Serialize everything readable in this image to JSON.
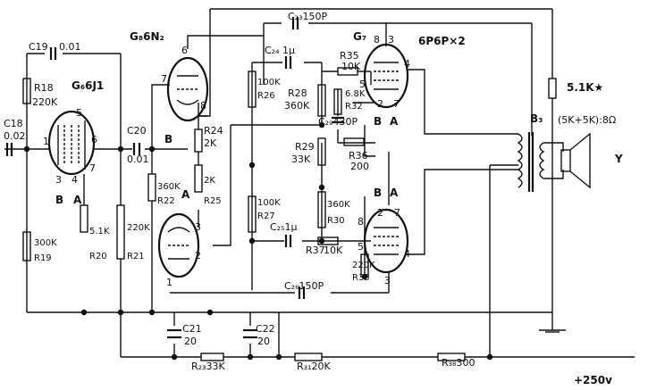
{
  "tubes": {
    "v1": {
      "name": "G₆6J1",
      "pins": [
        "1",
        "3",
        "4",
        "5",
        "6",
        "7"
      ]
    },
    "v2": {
      "name": "G₈6N₂",
      "pins": [
        "6",
        "7",
        "8"
      ]
    },
    "v3": {
      "pins": [
        "1",
        "2",
        "3"
      ]
    },
    "v4": {
      "name": "G₇",
      "pins": [
        "8",
        "3",
        "4",
        "5",
        "2",
        "7"
      ]
    },
    "v4_title": "6P6P×2",
    "v5": {
      "pins": [
        "8",
        "2",
        "7",
        "5",
        "4",
        "3"
      ]
    }
  },
  "resistors": {
    "r18": {
      "ref": "R18",
      "val": "220K"
    },
    "r19": {
      "ref": "R19",
      "val": "300K"
    },
    "r20": {
      "ref": "R20",
      "val": "5.1K"
    },
    "r21": {
      "ref": "R21",
      "val": "220K"
    },
    "r22": {
      "ref": "R22",
      "val": "360K"
    },
    "r24": {
      "ref": "R24",
      "val": "2K"
    },
    "r25": {
      "ref": "R25",
      "val": "2K"
    },
    "r26": {
      "ref": "R26",
      "val": "100K"
    },
    "r27": {
      "ref": "R27",
      "val": "100K"
    },
    "r28": {
      "ref": "R28",
      "val": "360K"
    },
    "r29": {
      "ref": "R29",
      "val": "33K"
    },
    "r30": {
      "ref": "R30",
      "val": "360K"
    },
    "r32": {
      "ref": "R32",
      "val": "6.8K"
    },
    "r35": {
      "ref": "R35",
      "val": "10K"
    },
    "r36": {
      "ref": "R36",
      "val": "200"
    },
    "r37": {
      "ref": "R37",
      "val": "10K"
    },
    "r33": {
      "ref": "R33",
      "val": "220K"
    },
    "r23": {
      "label": "R₂₃33K"
    },
    "r31": {
      "label": "R₃₁20K"
    },
    "r38": {
      "label": "R₃₈300"
    },
    "load": {
      "label": "5.1K★"
    }
  },
  "capacitors": {
    "c18": {
      "ref": "C18",
      "val": "0.02"
    },
    "c19": {
      "ref": "C19",
      "val": "0.01"
    },
    "c20": {
      "ref": "C20",
      "val": "0.01"
    },
    "c21": {
      "ref": "C21",
      "val": "20"
    },
    "c22": {
      "ref": "C22",
      "val": "20"
    },
    "c23": {
      "label": "C₂₃150P"
    },
    "c24": {
      "label": "C₂₄ 1μ"
    },
    "c25": {
      "label": "C₂₅1μ"
    },
    "c26": {
      "label": "C₂₆150P"
    },
    "c29": {
      "label": "C₂₉430P"
    }
  },
  "output": {
    "transformer": "B₃",
    "speaker_spec": "(5K+5K):8Ω",
    "speaker": "Y"
  },
  "markers": {
    "A": "A",
    "B": "B"
  },
  "supply": "+250v"
}
